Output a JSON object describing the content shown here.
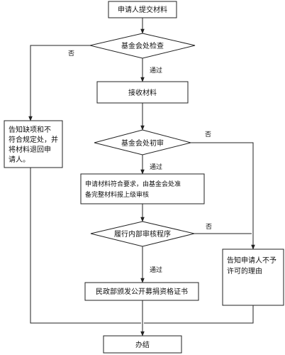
{
  "nodes": {
    "submit": "申请人提交材料",
    "check": "基金会处检查",
    "receive": "接收材料",
    "notify_missing": [
      "告知缺项和不",
      "符合规定处，并",
      "将材料退回申",
      "请人。"
    ],
    "first_review": "基金会处初审",
    "compliant": [
      "申请材料符合要求，由基金会处准",
      "备完整材料报上级审核"
    ],
    "internal_review": "履行内部审核程序",
    "issue_cert": "民政部颁发公开募捐资格证书",
    "notify_reject": [
      "告知申请人不予",
      "许可的理由"
    ],
    "done": "办结"
  },
  "edge_labels": {
    "pass": "通过",
    "reject": "否"
  }
}
